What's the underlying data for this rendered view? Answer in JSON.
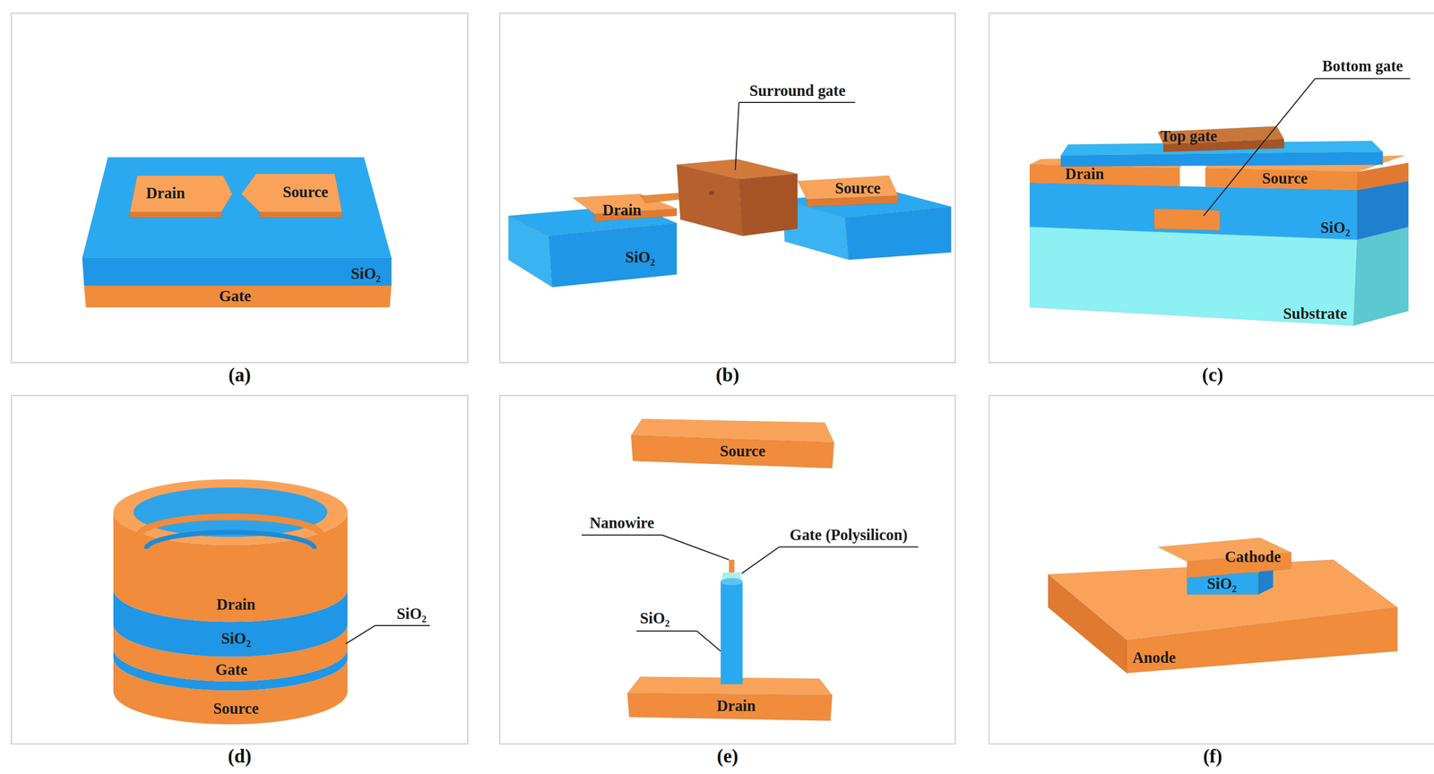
{
  "diagram": {
    "nodes": [
      {
        "text": [
          "(a)"
        ]
      },
      {
        "text": [
          "(b)"
        ]
      },
      {
        "text": [
          "(c)"
        ]
      },
      {
        "text": [
          "(d)"
        ]
      },
      {
        "text": [
          "(e)"
        ]
      },
      {
        "text": [
          "(f)"
        ]
      }
    ],
    "labels": [
      "Drain",
      "Source",
      "SiO₂",
      "Gate",
      "Surround gate",
      "Drain",
      "Source",
      "SiO₂",
      "Bottom gate",
      "Top gate",
      "Drain",
      "Source",
      "SiO₂",
      "Substrate",
      "Drain",
      "SiO₂",
      "SiO₂",
      "Gate",
      "Source",
      "Source",
      "Nanowire",
      "Gate (Polysilicon)",
      "SiO₂",
      "Drain",
      "Cathode",
      "SiO₂",
      "Anode"
    ]
  }
}
